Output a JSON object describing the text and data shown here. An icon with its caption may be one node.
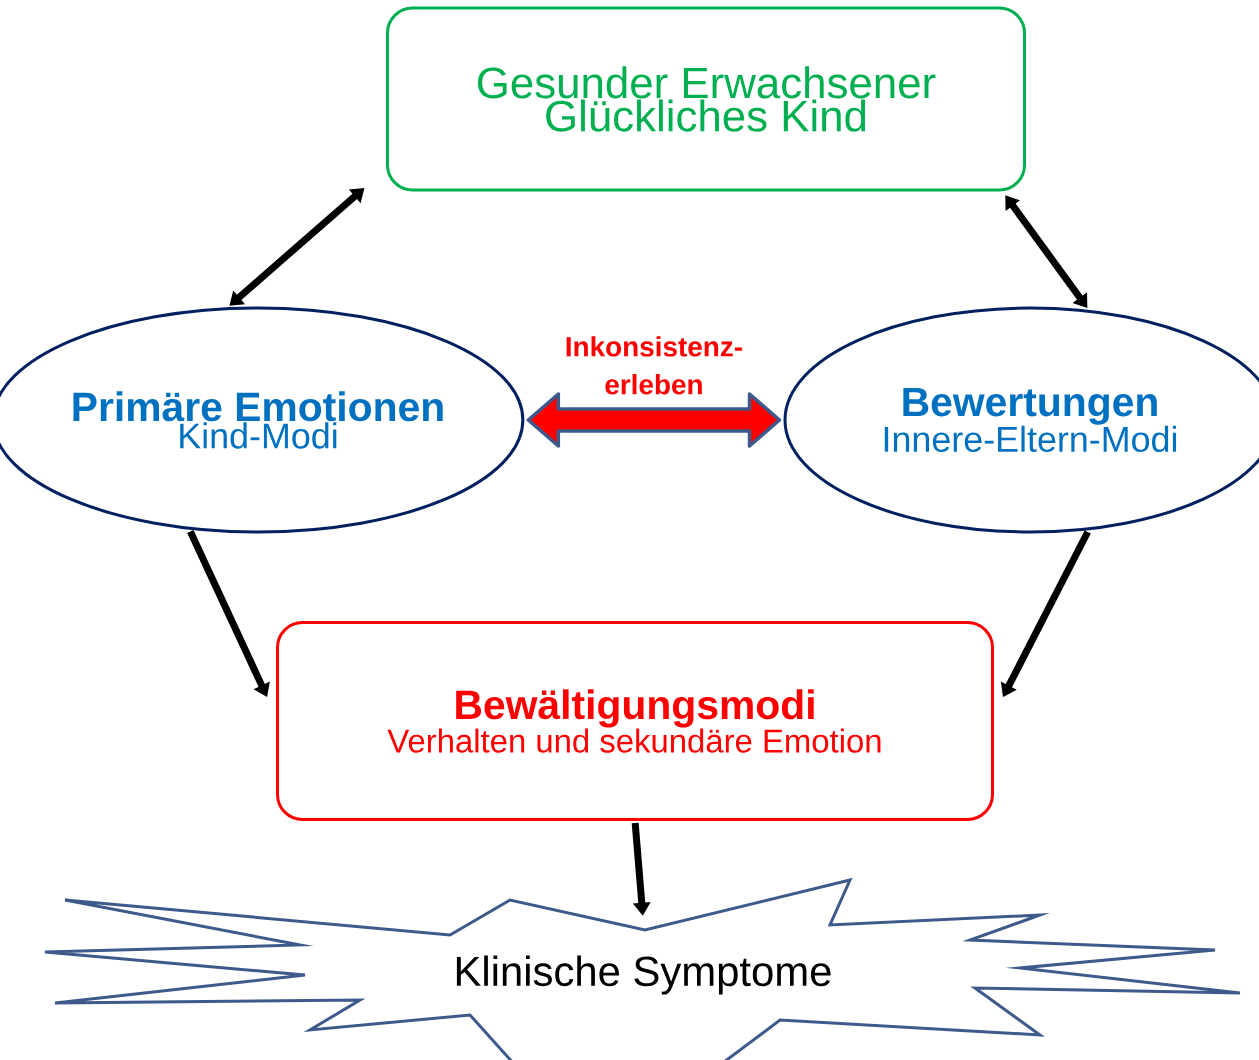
{
  "diagram": {
    "nodes": [
      {
        "text": [
          "Gesunder Erwachsener",
          "Glückliches Kind"
        ]
      },
      {
        "text": [
          "Primäre Emotionen",
          "Kind-Modi"
        ]
      },
      {
        "text": [
          "Bewertungen",
          "Innere-Eltern-Modi"
        ]
      },
      {
        "text": [
          "Bewältigungsmodi",
          "Verhalten und sekundäre Emotion"
        ]
      },
      {
        "text": [
          "Klinische Symptome"
        ]
      }
    ],
    "edges": [
      {
        "from": 0,
        "to": 1,
        "arrow": "both"
      },
      {
        "from": 0,
        "to": 2,
        "arrow": "both"
      },
      {
        "from": 1,
        "to": 2,
        "arrow": "both",
        "label": "Inkonsistenz- erleben",
        "style": "thick",
        "color": "#ff0000"
      },
      {
        "from": 1,
        "to": 3,
        "arrow": "to"
      },
      {
        "from": 2,
        "to": 3,
        "arrow": "to"
      },
      {
        "from": 3,
        "to": 4,
        "arrow": "to"
      }
    ]
  }
}
